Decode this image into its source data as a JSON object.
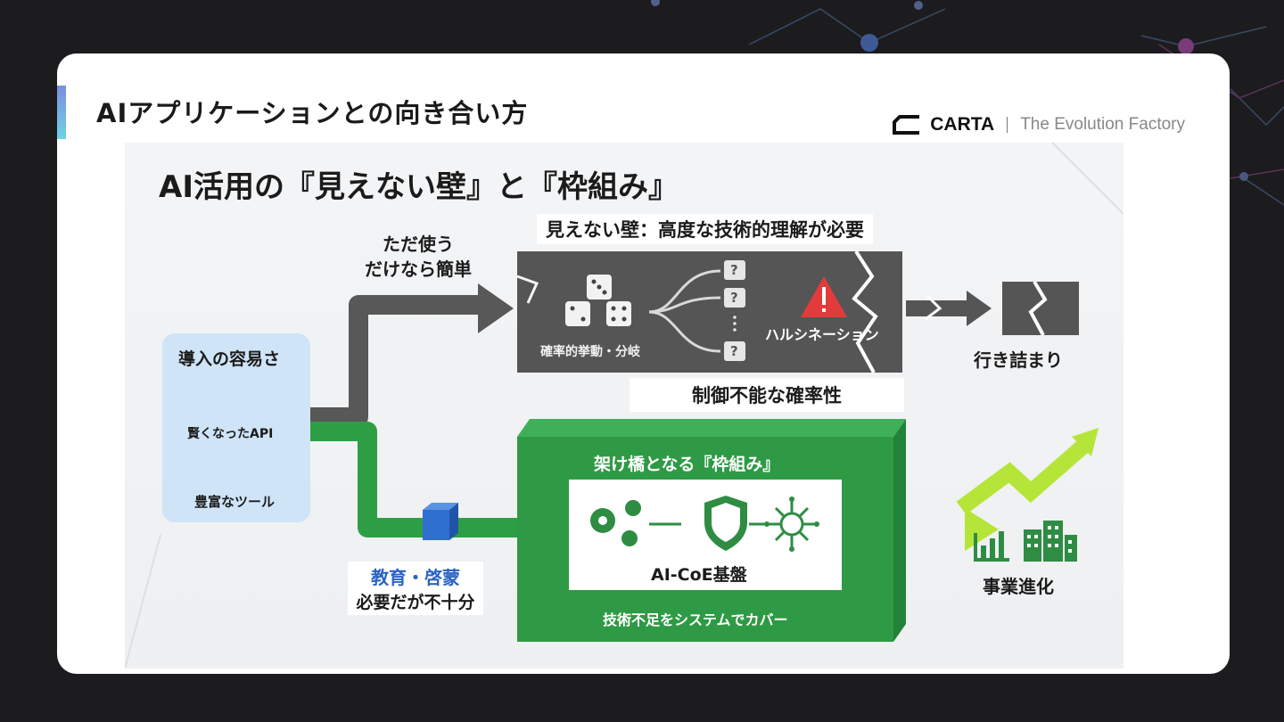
{
  "slide": {
    "title": "AIアプリケーションとの向き合い方",
    "brand_name": "CARTA",
    "brand_tagline": "The Evolution Factory"
  },
  "figure": {
    "title": "AI活用の『見えない壁』と『枠組み』",
    "simple_use_line1": "ただ使う",
    "simple_use_line2": "だけなら簡単",
    "wall_heading": "見えない壁：高度な技術的理解が必要",
    "probabilistic_label": "確率的挙動・分岐",
    "hallucination_label": "ハルシネーション",
    "uncontrollable_label": "制御不能な確率性",
    "dead_end_label": "行き詰まり",
    "ease_title": "導入の容易さ",
    "smart_api_label": "賢くなったAPI",
    "tools_label": "豊富なツール",
    "education_label": "教育・啓蒙",
    "education_note": "必要だが不十分",
    "framework_heading": "架け橋となる『枠組み』",
    "coe_label": "AI-CoE基盤",
    "framework_caption": "技術不足をシステムでカバー",
    "growth_label": "事業進化",
    "question_mark": "?",
    "colors": {
      "gray_path": "#585858",
      "green_path": "#2e9e44",
      "wall": "#555555",
      "framework": "#2f9a45",
      "growth_arrow": "#b6e53a",
      "ease_box": "#cfe4f7",
      "education_text": "#2b63c4",
      "warning": "#e23b3b"
    }
  }
}
